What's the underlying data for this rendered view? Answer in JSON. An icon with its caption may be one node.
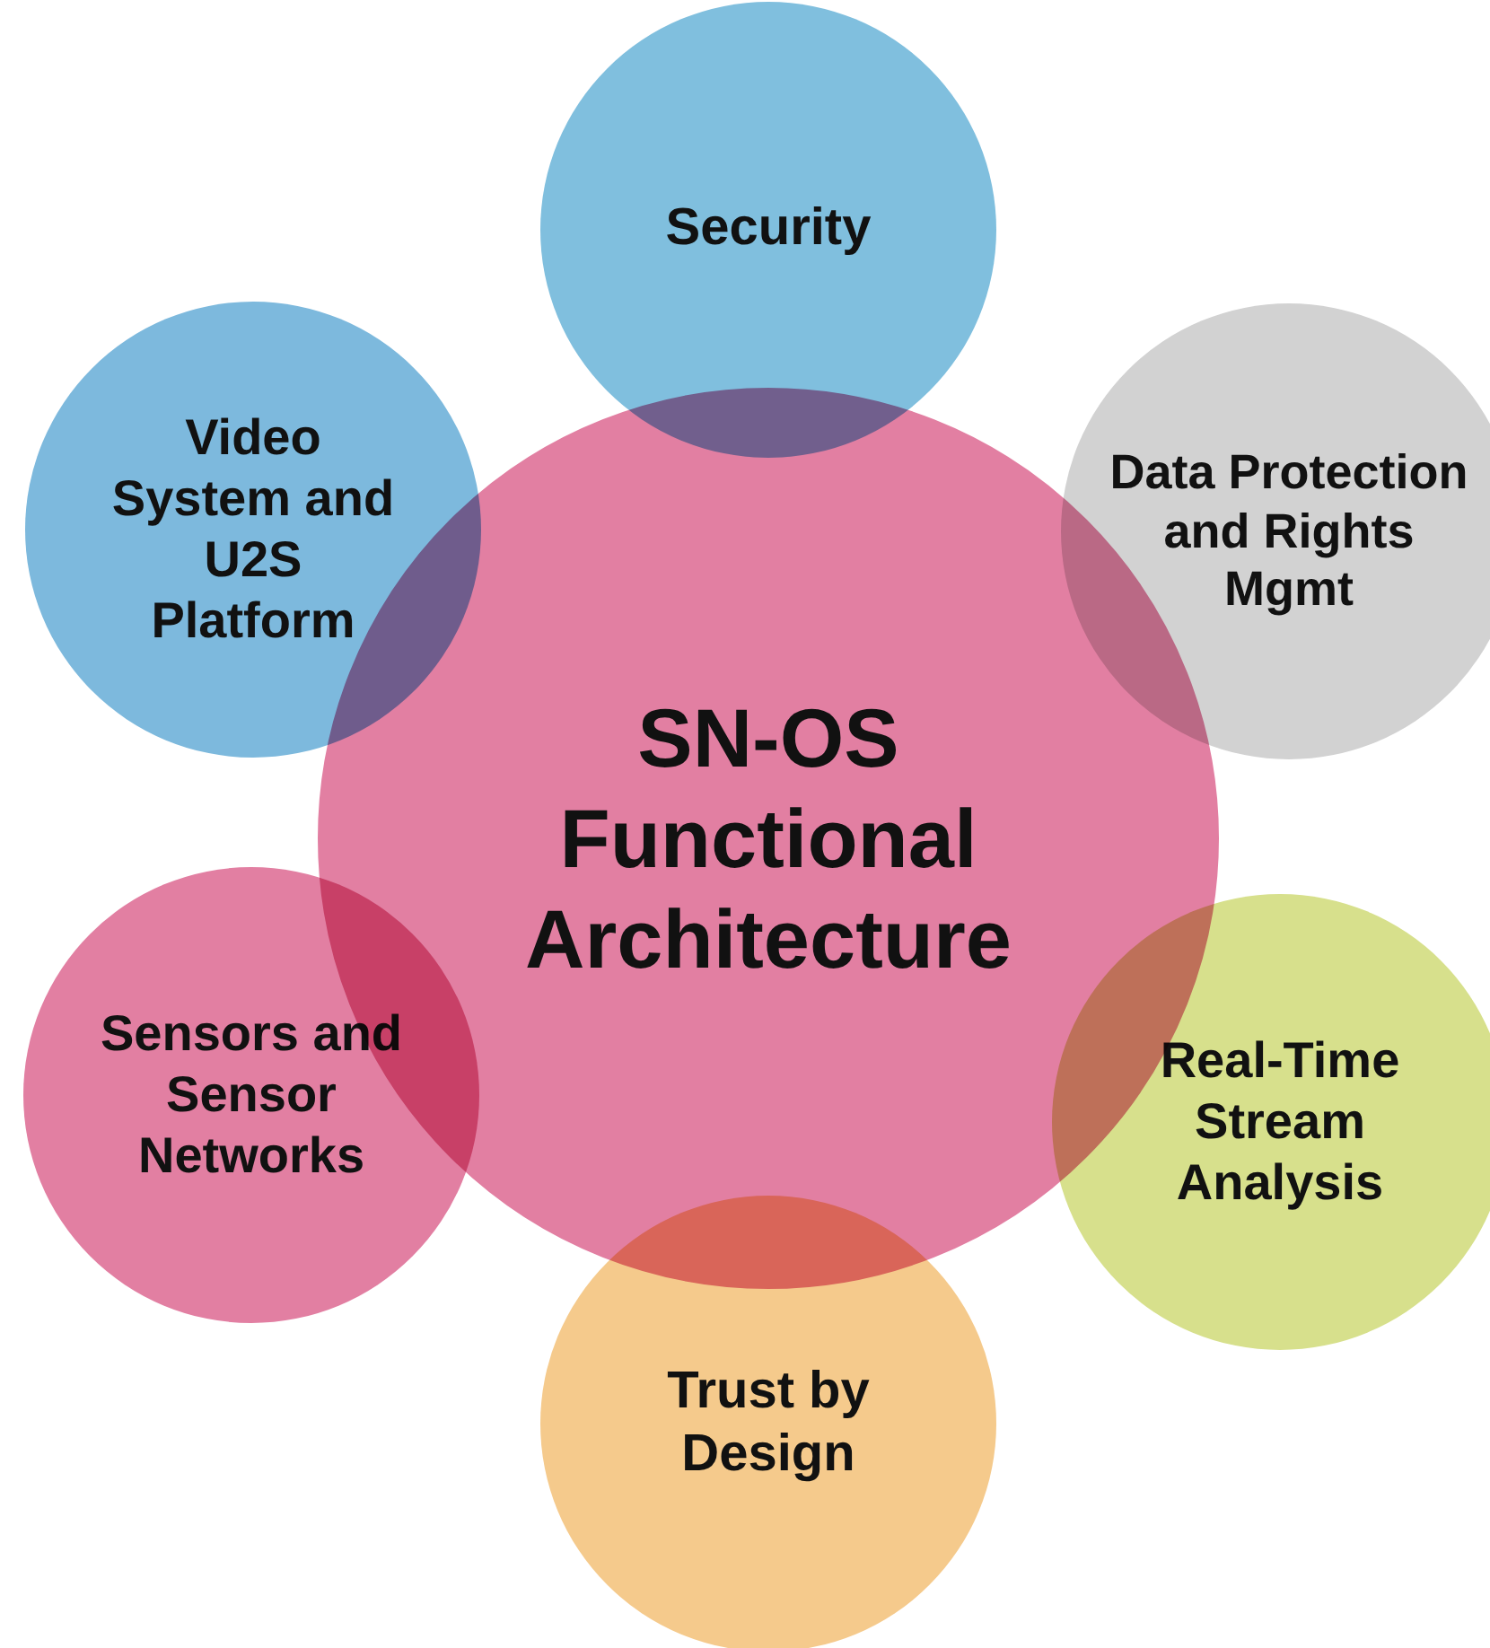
{
  "diagram": {
    "nodes": [
      {
        "text": [
          "Security"
        ]
      },
      {
        "text": [
          "Video System and U2S Platform"
        ]
      },
      {
        "text": [
          "Data Protection and Rights Mgmt"
        ]
      },
      {
        "text": [
          "SN-OS Functional Architecture"
        ]
      },
      {
        "text": [
          "Sensors and Sensor Networks"
        ]
      },
      {
        "text": [
          "Real-Time Stream Analysis"
        ]
      },
      {
        "text": [
          "Trust by Design"
        ]
      }
    ]
  }
}
